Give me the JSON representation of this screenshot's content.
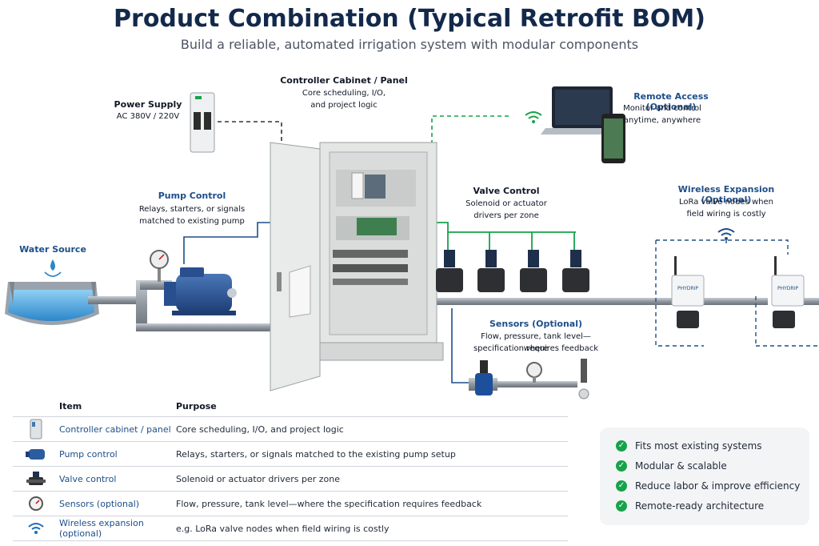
{
  "header": {
    "title": "Product Combination (Typical Retrofit BOM)",
    "subtitle": "Build a reliable, automated irrigation system with modular components"
  },
  "labels": {
    "power_supply": {
      "title": "Power Supply",
      "body": "AC 380V / 220V"
    },
    "controller": {
      "title": "Controller Cabinet / Panel",
      "body1": "Core scheduling, I/O,",
      "body2": "and project logic"
    },
    "remote": {
      "title": "Remote Access (Optional)",
      "body1": "Monitor and control",
      "body2": "anytime, anywhere"
    },
    "pump": {
      "title": "Pump Control",
      "body1": "Relays, starters, or signals",
      "body2": "matched to existing pump"
    },
    "water": {
      "title": "Water Source"
    },
    "valve": {
      "title": "Valve Control",
      "body1": "Solenoid or actuator",
      "body2": "drivers per zone"
    },
    "wireless": {
      "title": "Wireless Expansion (Optional)",
      "body1": "LoRa valve nodes when",
      "body2": "field wiring is costly"
    },
    "sensors": {
      "title": "Sensors (Optional)",
      "body1": "Flow, pressure, tank level—where",
      "body2": "specification requires feedback"
    },
    "node_brand": "PHYDRIP"
  },
  "table": {
    "headers": {
      "item": "Item",
      "purpose": "Purpose"
    },
    "rows": [
      {
        "icon": "cabinet-icon",
        "item": "Controller cabinet / panel",
        "purpose": "Core scheduling, I/O, and project logic"
      },
      {
        "icon": "pump-icon",
        "item": "Pump control",
        "purpose": "Relays, starters, or signals matched to the existing pump setup"
      },
      {
        "icon": "valve-icon",
        "item": "Valve control",
        "purpose": "Solenoid or actuator drivers per zone"
      },
      {
        "icon": "gauge-icon",
        "item": "Sensors (optional)",
        "purpose": "Flow, pressure, tank level—where the specification requires feedback"
      },
      {
        "icon": "wifi-icon",
        "item": "Wireless expansion (optional)",
        "purpose": "e.g. LoRa valve nodes when field wiring is costly"
      }
    ]
  },
  "benefits": [
    "Fits most existing systems",
    "Modular & scalable",
    "Reduce labor & improve efficiency",
    "Remote-ready architecture"
  ],
  "colors": {
    "navy": "#13294b",
    "accent_blue": "#1d4e89",
    "wire_green": "#16a34a",
    "check_green": "#16a34a",
    "water": "#4aa3df"
  }
}
